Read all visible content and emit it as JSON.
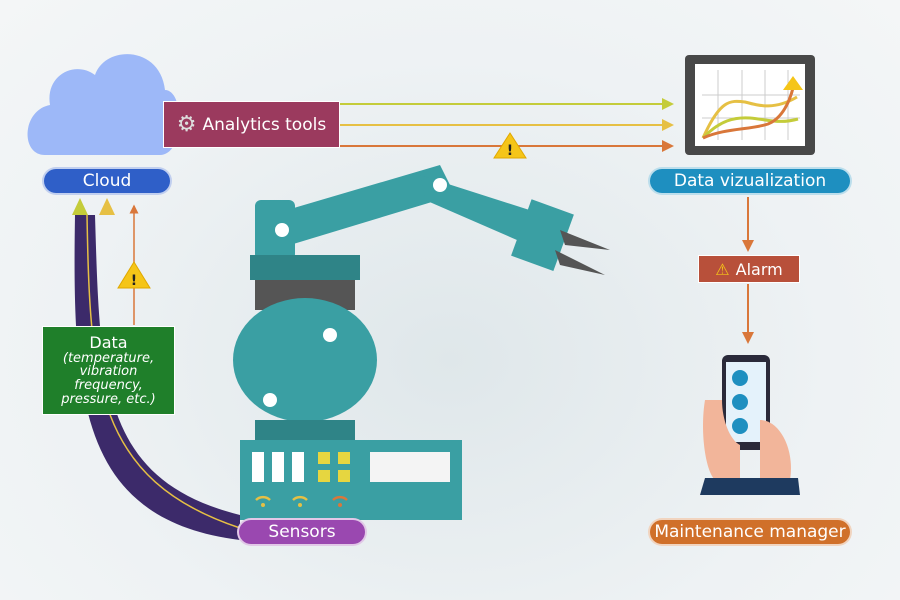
{
  "labels": {
    "cloud": "Cloud",
    "analytics": "Analytics tools",
    "data_viz": "Data vizualization",
    "alarm": "Alarm",
    "data_title": "Data",
    "data_detail": "(temperature, vibration frequency, pressure, etc.)",
    "sensors": "Sensors",
    "maintenance": "Maintenance manager"
  },
  "colors": {
    "cloud": "#9db8f8",
    "cloud_pill": "#2f5fc8",
    "analytics": "#9b3a5e",
    "data_viz_pill": "#1e8fc0",
    "alarm": "#b8503a",
    "maintenance_pill": "#d0702a",
    "sensors_pill": "#9a48b0",
    "data_box": "#1f7f2a",
    "robot": "#3a9fa3"
  }
}
